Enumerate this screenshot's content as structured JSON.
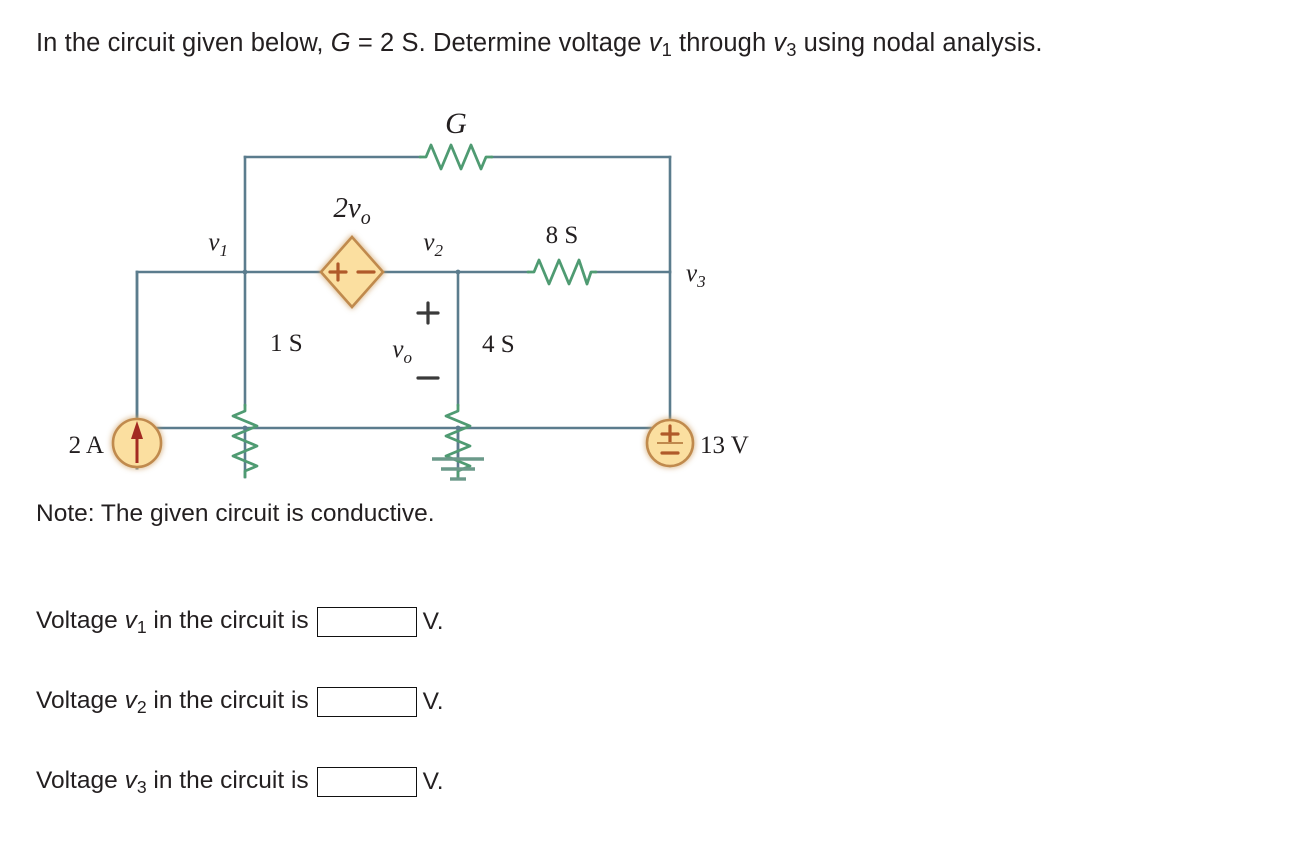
{
  "prompt": {
    "part1": "In the circuit given below, ",
    "symbol_G": "G",
    "equals": "= 2 S. Determine voltage ",
    "v1": "v",
    "v1_sub": "1",
    "through": " through ",
    "v3": "v",
    "v3_sub": "3",
    "part2": " using nodal analysis."
  },
  "circuit": {
    "title": "nodal-analysis-circuit",
    "labels": {
      "conductance_G": "G",
      "dependent_source": "2v",
      "dependent_source_sub": "o",
      "node_v1": "v",
      "node_v1_sub": "1",
      "node_v2": "v",
      "node_v2_sub": "2",
      "node_v3": "v",
      "node_v3_sub": "3",
      "current_source": "2 A",
      "resistor_1S": "1 S",
      "resistor_4S": "4 S",
      "resistor_8S": "8 S",
      "voltage_source": "13 V",
      "vo_label": "v",
      "vo_label_sub": "o",
      "plus_sign": "+",
      "minus_sign": "−",
      "diamond_plus": "+",
      "diamond_minus": "−",
      "source_plus": "+",
      "source_minus": "−"
    },
    "colors": {
      "wire": "#5b7c8d",
      "resistor": "#4f9b72",
      "source_fill": "#fbdfa0",
      "source_stroke": "#c08a4e",
      "source_glow": "#f6d7d0",
      "arrow": "#a32a22",
      "sign": "#b05a2a",
      "ground": "#6b9a8a",
      "text": "#231f20"
    }
  },
  "note": "Note: The given circuit is conductive.",
  "answers": [
    {
      "lead_pre": "Voltage ",
      "var": "v",
      "var_sub": "1",
      "lead_post": " in the circuit is ",
      "value": "",
      "placeholder": "",
      "unit": "V."
    },
    {
      "lead_pre": "Voltage ",
      "var": "v",
      "var_sub": "2",
      "lead_post": " in the circuit is ",
      "value": "",
      "placeholder": "",
      "unit": "V."
    },
    {
      "lead_pre": "Voltage ",
      "var": "v",
      "var_sub": "3",
      "lead_post": " in the circuit is ",
      "value": "",
      "placeholder": "",
      "unit": "V."
    }
  ]
}
